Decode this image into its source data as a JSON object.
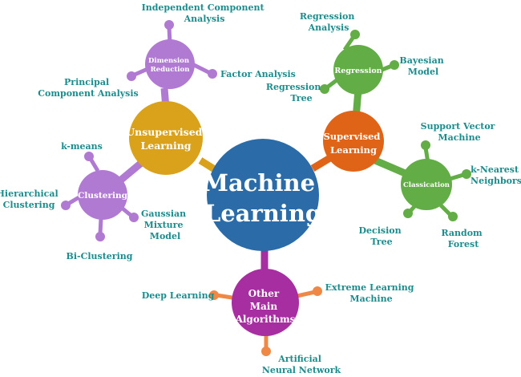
{
  "center": {
    "lines": [
      "Machine",
      "Learning"
    ]
  },
  "colors": {
    "center": "#2b6ca8",
    "unsupervised": "#d9a21a",
    "supervised": "#e06418",
    "other": "#a62ea0",
    "dimension": "#b07ad2",
    "clustering": "#b07ad2",
    "regression": "#62ad45",
    "classification": "#62ad45",
    "other_leaf": "#ee8844",
    "leaf_text": "#1c8c8c"
  },
  "hubs": {
    "unsupervised": [
      "Unsupervised",
      "Learning"
    ],
    "supervised": [
      "Supervised",
      "Learning"
    ],
    "other": [
      "Other",
      "Main",
      "Algorithms"
    ]
  },
  "subhubs": {
    "dimension": [
      "Dimension",
      "Reduction"
    ],
    "clustering": [
      "Clustering"
    ],
    "regression": [
      "Regression"
    ],
    "classification": [
      "Classication"
    ]
  },
  "leaves": {
    "independent_component": [
      "Independent Component",
      "Analysis"
    ],
    "factor_analysis": [
      "Factor Analysis"
    ],
    "principal_component": [
      "Principal",
      "Component Analysis"
    ],
    "kmeans": [
      "k-means"
    ],
    "hierarchical": [
      "Hierarchical",
      "Clustering"
    ],
    "gaussian": [
      "Gaussian",
      "Mixture",
      "Model"
    ],
    "biclustering": [
      "Bi-Clustering"
    ],
    "regression_analysis": [
      "Regression",
      "Analysis"
    ],
    "bayesian": [
      "Bayesian",
      "Model"
    ],
    "regression_tree": [
      "Regression",
      "Tree"
    ],
    "svm": [
      "Support Vector",
      "Machine"
    ],
    "knn": [
      "k-Nearest",
      "Neighbors"
    ],
    "decision_tree": [
      "Decision",
      "Tree"
    ],
    "random_forest": [
      "Random",
      "Forest"
    ],
    "deep_learning": [
      "Deep Learning"
    ],
    "extreme_learning": [
      "Extreme Learning",
      "Machine"
    ],
    "ann": [
      "Artificial",
      "Neural Network"
    ]
  }
}
